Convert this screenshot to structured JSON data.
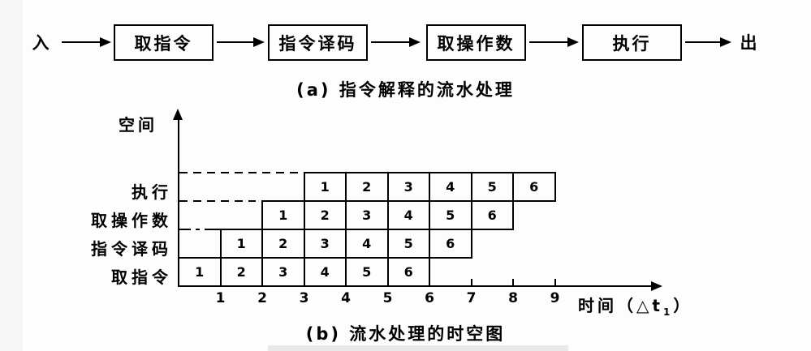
{
  "flow": {
    "input_label": "入",
    "output_label": "出",
    "stages": [
      "取指令",
      "指令译码",
      "取操作数",
      "执行"
    ],
    "caption": "(a) 指令解释的流水处理"
  },
  "spacetime": {
    "y_axis_label": "空间",
    "x_axis_label_prefix": "时间（△t",
    "x_axis_label_sub": "1",
    "x_axis_label_suffix": "）",
    "rows": [
      {
        "label": "执行",
        "start_col": 3,
        "cells": [
          "1",
          "2",
          "3",
          "4",
          "5",
          "6"
        ]
      },
      {
        "label": "取操作数",
        "start_col": 2,
        "cells": [
          "1",
          "2",
          "3",
          "4",
          "5",
          "6"
        ]
      },
      {
        "label": "指令译码",
        "start_col": 1,
        "cells": [
          "1",
          "2",
          "3",
          "4",
          "5",
          "6"
        ]
      },
      {
        "label": "取指令",
        "start_col": 0,
        "cells": [
          "1",
          "2",
          "3",
          "4",
          "5",
          "6"
        ]
      }
    ],
    "x_ticks": [
      "1",
      "2",
      "3",
      "4",
      "5",
      "6",
      "7",
      "8",
      "9"
    ],
    "caption": "(b) 流水处理的时空图"
  },
  "colors": {
    "ink": "#000000",
    "background": "#fdfdfd",
    "artifact_band": "#e9e9e9"
  }
}
